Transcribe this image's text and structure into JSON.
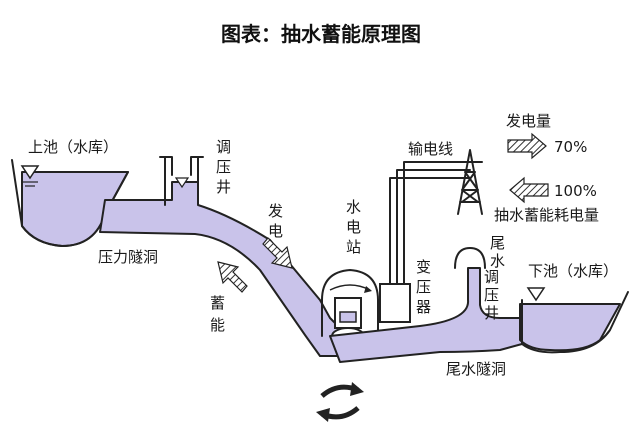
{
  "title": "图表：抽水蓄能原理图",
  "labels": {
    "upper_reservoir": "上池（水库）",
    "lower_reservoir": "下池（水库）",
    "surge_shaft_upper": [
      "调",
      "压",
      "井"
    ],
    "pressure_tunnel": "压力隧洞",
    "generate": [
      "发",
      "电"
    ],
    "store": [
      "蓄",
      "能"
    ],
    "hydro_station": [
      "水",
      "电",
      "站"
    ],
    "transformer": [
      "变",
      "压",
      "器"
    ],
    "transmission_line": "输电线",
    "generation": "发电量",
    "generation_pct": "70%",
    "pumping_pct": "100%",
    "pumping_consumption": "抽水蓄能耗电量",
    "tailwater": [
      "尾",
      "水"
    ],
    "surge_shaft_lower": [
      "调",
      "压",
      "井"
    ],
    "tailwater_tunnel": "尾水隧洞"
  },
  "colors": {
    "water": "#c9c3ea",
    "outline": "#222222"
  },
  "icons": {
    "water_level": "triangle-water-level-icon",
    "arrow_generate": "striped-arrow-down-icon",
    "arrow_store": "striped-arrow-up-icon",
    "arrow_out": "striped-arrow-right-icon",
    "arrow_in": "striped-arrow-left-icon",
    "tower": "transmission-tower-icon",
    "rotation": "rotation-arrows-icon"
  }
}
